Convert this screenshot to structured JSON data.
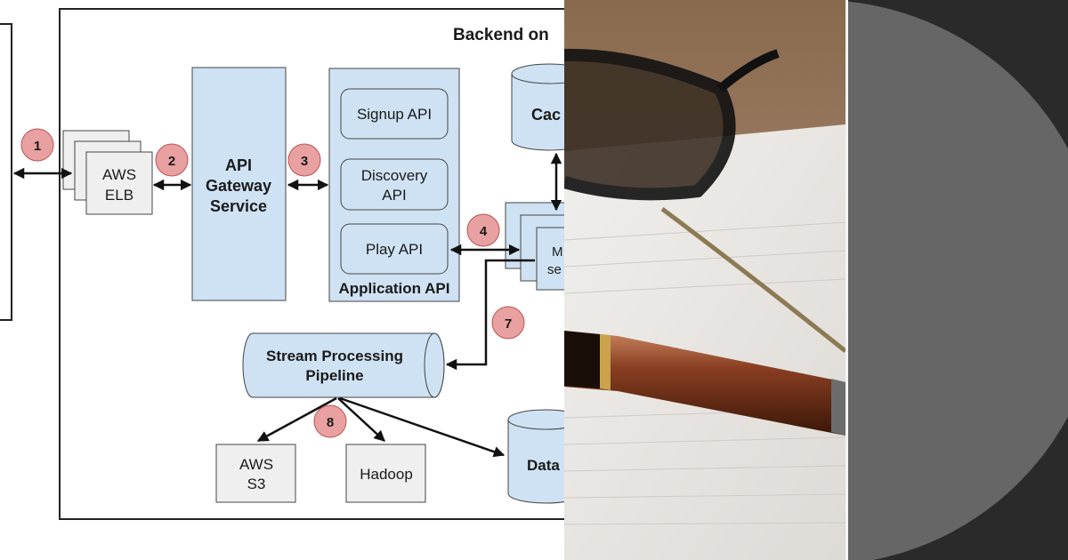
{
  "diagram": {
    "backend_title": "Backend on",
    "aws_elb": {
      "line1": "AWS",
      "line2": "ELB"
    },
    "api_gateway": {
      "line1": "API",
      "line2": "Gateway",
      "line3": "Service"
    },
    "application_api": {
      "title": "Application API",
      "signup": "Signup API",
      "discovery": {
        "line1": "Discovery",
        "line2": "API"
      },
      "play": "Play API"
    },
    "cache_partial": "Cac",
    "microservice_partial": {
      "line1": "M",
      "line2": "se"
    },
    "stream_processing": {
      "line1": "Stream Processing",
      "line2": "Pipeline"
    },
    "aws_s3": {
      "line1": "AWS",
      "line2": "S3"
    },
    "hadoop": "Hadoop",
    "data_partial": "Data",
    "steps": [
      "1",
      "2",
      "3",
      "4",
      "7",
      "8"
    ]
  },
  "colors": {
    "node_fill": "#cfe2f3",
    "gray_fill": "#efefef",
    "badge_fill": "#e8a0a0",
    "dark_bg": "#2a2a2a",
    "circle_fill": "#666666"
  }
}
